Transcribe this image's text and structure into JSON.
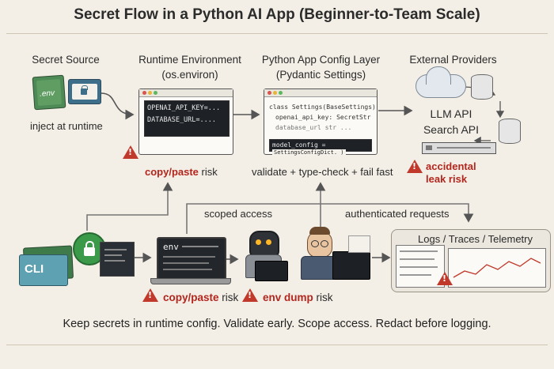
{
  "title": "Secret Flow in a Python AI App (Beginner-to-Team Scale)",
  "columns": {
    "source": "Secret Source",
    "runtime": "Runtime Environment",
    "runtime_sub": "(os.environ)",
    "config": "Python App Config Layer",
    "config_sub": "(Pydantic Settings)",
    "providers": "External Providers"
  },
  "source": {
    "env_file_label": ".env",
    "inject_text": "inject at runtime"
  },
  "runtime_terminal": {
    "lines": [
      "OPENAI_API_KEY=...",
      "DATABASE_URL=...."
    ]
  },
  "config_code": {
    "lines": [
      "class Settings(BaseSettings)",
      "openai_api_key: SecretStr",
      "database_url str ...",
      "model_config = "
    ],
    "popup": "SettingsConfigDict. )"
  },
  "providers_box": {
    "llm": "LLM API",
    "search": "Search API"
  },
  "risks": {
    "copy_paste_top": "copy/paste risk",
    "copy_paste_top_red": "copy/paste",
    "copy_paste_top_rest": " risk",
    "accidental_leak_line1": "accidental",
    "accidental_leak_line2": "leak risk",
    "copy_paste_bottom_red": "copy/paste",
    "copy_paste_bottom_rest": " risk",
    "env_dump_red": "env dump",
    "env_dump_rest": " risk"
  },
  "validate_text": "validate + type-check + fail fast",
  "flow_labels": {
    "scoped": "scoped access",
    "authenticated": "authenticated requests"
  },
  "bottom": {
    "cli_label": "CLI",
    "laptop_text": "env",
    "logs_title": "Logs / Traces / Telemetry"
  },
  "footer": "Keep secrets in runtime config. Validate early. Scope access. Redact before logging.",
  "colors": {
    "background": "#f3efe6",
    "risk_red": "#b3261e",
    "arrow": "#555555",
    "terminal": "#1e2227",
    "lock_green": "#3a9a4a",
    "env_green": "#3f7a4a"
  }
}
